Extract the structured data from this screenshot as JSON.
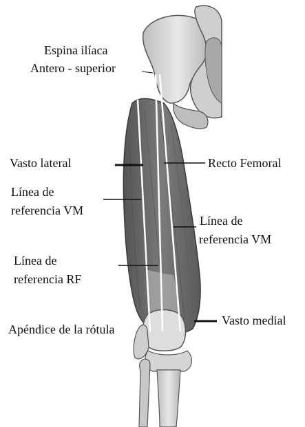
{
  "labels": {
    "asis_line1": "Espina ilíaca",
    "asis_line2": "Antero - superior",
    "vasto_lateral": "Vasto lateral",
    "recto_femoral": "Recto Femoral",
    "linea_vm_left_line1": "Línea de",
    "linea_vm_left_line2": "referencia VM",
    "linea_vm_right_line1": "Línea de",
    "linea_vm_right_line2": "referencia VM",
    "linea_rf_line1": "Línea de",
    "linea_rf_line2": "referencia RF",
    "vasto_medial": "Vasto medial",
    "apendice_rotula": "Apéndice de la rótula"
  },
  "colors": {
    "bone": "#dcdcdc",
    "bone_shadow": "#9a9a9a",
    "muscle": "#6e6e6e",
    "muscle_dark": "#4e4e4e",
    "reference_line": "#ffffff",
    "leader_line": "#111111"
  }
}
